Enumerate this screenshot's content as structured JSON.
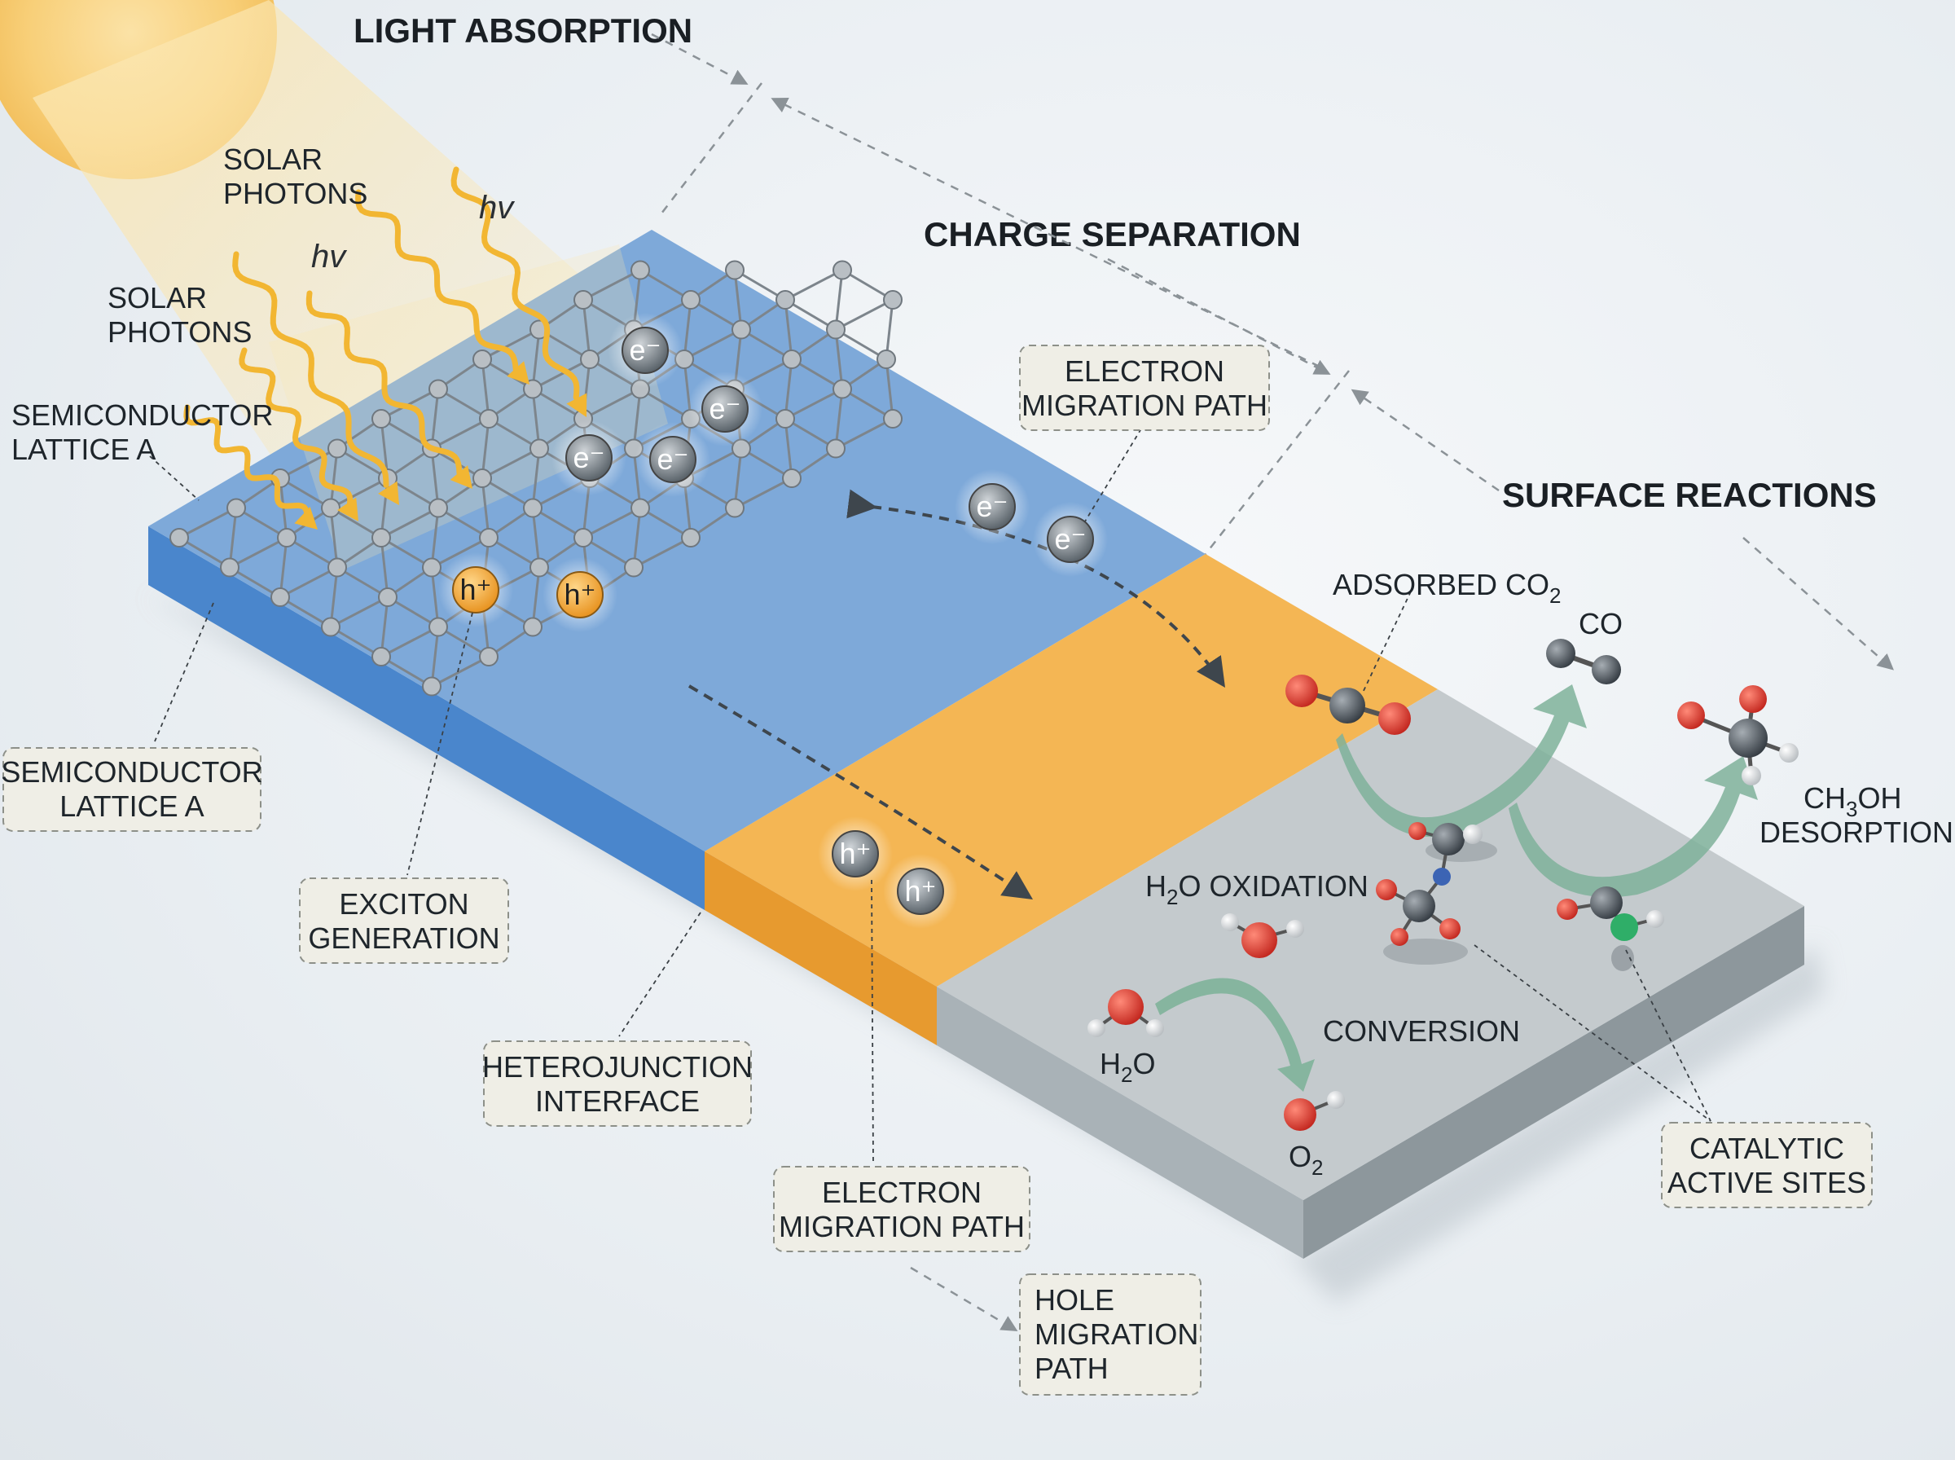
{
  "headings": {
    "light_absorption": "LIGHT ABSORPTION",
    "charge_separation": "CHARGE SEPARATION",
    "surface_reactions": "SURFACE REACTIONS"
  },
  "labels": {
    "solar_photons_1": [
      "SOLAR",
      "PHOTONS"
    ],
    "solar_photons_2": [
      "SOLAR",
      "PHOTONS"
    ],
    "hv": "hv",
    "semiconductor_top": [
      "SEMICONDUCTOR",
      "LATTICE A"
    ],
    "adsorbed_co2": "ADSORBED CO",
    "co2_sub": "2",
    "co": "CO",
    "ch3oh": [
      "CH",
      "3",
      "OH",
      "DESORPTION"
    ],
    "h2o_oxidation": [
      "H",
      "2",
      "O OXIDATION"
    ],
    "conversion": "CONVERSION",
    "h2o": [
      "H",
      "2",
      "O"
    ],
    "o2": [
      "O",
      "2"
    ]
  },
  "boxes": {
    "electron_migration_top": [
      "ELECTRON",
      "MIGRATION PATH"
    ],
    "semiconductor_box": [
      "SEMICONDUCTOR",
      "LATTICE A"
    ],
    "exciton_generation": [
      "EXCITON",
      "GENERATION"
    ],
    "heterojunction": [
      "HETEROJUNCTION",
      "INTERFACE"
    ],
    "electron_migration_bottom": [
      "ELECTRON",
      "MIGRATION PATH"
    ],
    "hole_migration": [
      "HOLE",
      "MIGRATION",
      "PATH"
    ],
    "catalytic_sites": [
      "CATALYTIC",
      "ACTIVE SITES"
    ]
  },
  "charges": {
    "electron": "e⁻",
    "hole": "h⁺"
  },
  "colors": {
    "lattice_blue": "#7ea9d9",
    "lattice_blue_side": "#4a86cc",
    "junction_orange": "#f4b654",
    "junction_orange_side": "#e79a2f",
    "surface_gray": "#c4cacd",
    "surface_gray_side": "#8d979c",
    "sun": "#f8c96a",
    "photon": "#f2b632",
    "oxygen": "#e0392f",
    "carbon": "#56606a",
    "hydrogen": "#f2f2f2",
    "nitrogen": "#3c64b4",
    "catalyst_green": "#2fae68",
    "reaction_arrow": "#7fb29a"
  }
}
